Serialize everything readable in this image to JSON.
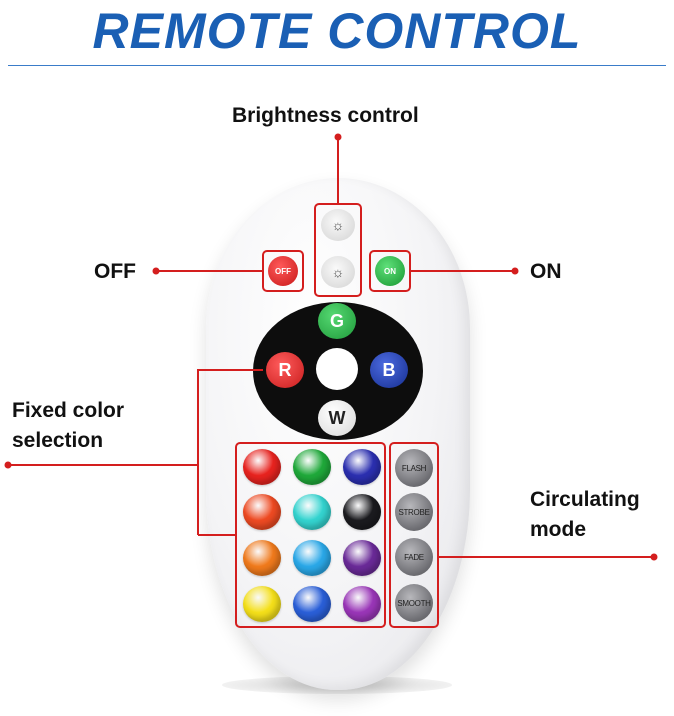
{
  "title": "REMOTE CONTROL",
  "labels": {
    "brightness": "Brightness control",
    "off": "OFF",
    "on": "ON",
    "fixed_color_line1": "Fixed color",
    "fixed_color_line2": "selection",
    "circulating_line1": "Circulating",
    "circulating_line2": "mode"
  },
  "remote": {
    "power_off_label": "OFF",
    "power_on_label": "ON",
    "rgbw": {
      "g": "G",
      "r": "R",
      "b": "B",
      "w": "W"
    },
    "modes": [
      "FLASH",
      "STROBE",
      "FADE",
      "SMOOTH"
    ],
    "color_grid": [
      [
        "#e8231f",
        "#1fa93a",
        "#2b2fb0"
      ],
      [
        "#ee4a22",
        "#34d4d0",
        "#1b1b1f"
      ],
      [
        "#f07a1c",
        "#2aa8e8",
        "#6a2a98"
      ],
      [
        "#f5e01a",
        "#2a5fd8",
        "#9a36b8"
      ]
    ]
  },
  "colors": {
    "title": "#1a5fb4",
    "callout": "#d41e1e",
    "green_btn": "#2bb54a",
    "red_btn": "#e22424",
    "blue_btn": "#1d3fae"
  }
}
